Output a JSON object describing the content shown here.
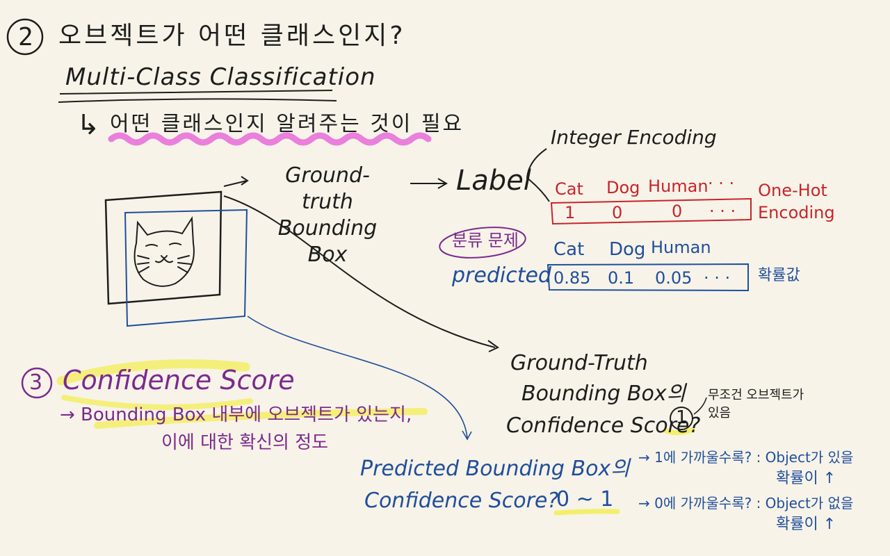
{
  "colors": {
    "paper": "#f7f3e8",
    "ink_black": "#1d1d1d",
    "ink_red": "#c8242b",
    "ink_purple": "#7b2a8e",
    "ink_blue": "#1f4e9c",
    "highlight_pink": "#e86ad9",
    "highlight_yellow": "#f2ee5e"
  },
  "section2": {
    "number": "2",
    "heading": "오브젝트가 어떤 클래스인지?",
    "subheading": "Multi-Class Classification",
    "arrow": "↳",
    "note": "어떤 클래스인지 알려주는 것이 필요"
  },
  "flow": {
    "ground_truth_box": "Ground-truth Bounding Box",
    "label": "Label",
    "integer_encoding": "Integer Encoding",
    "onehot": {
      "classes": [
        "Cat",
        "Dog",
        "Human",
        "· · ·"
      ],
      "values": [
        "1",
        "0",
        "0",
        "· · ·"
      ],
      "title": "One-Hot Encoding"
    },
    "classification_tag": "분류 문제",
    "predicted": {
      "label": "predicted",
      "classes": [
        "Cat",
        "Dog",
        "Human"
      ],
      "values": [
        "0.85",
        "0.1",
        "0.05",
        "· · ·"
      ],
      "note": "확률값"
    }
  },
  "section3": {
    "number": "3",
    "heading": "Confidence Score",
    "desc_line1": "→ Bounding Box 내부에 오브젝트가 있는지,",
    "desc_line2": "이에 대한 확신의 정도"
  },
  "gt_confidence": {
    "line1": "Ground-Truth",
    "line2": "Bounding Box의",
    "line3": "Confidence Score?",
    "value": "1",
    "note": "무조건 오브젝트가 있음"
  },
  "pred_confidence": {
    "line1": "Predicted Bounding Box의",
    "line2": "Confidence Score?",
    "range": "0 ~ 1",
    "cond1": "→ 1에 가까울수록? : Object가 있을",
    "cond1b": "확률이 ↑",
    "cond2": "→ 0에 가까울수록? : Object가 없을",
    "cond2b": "확률이 ↑"
  }
}
